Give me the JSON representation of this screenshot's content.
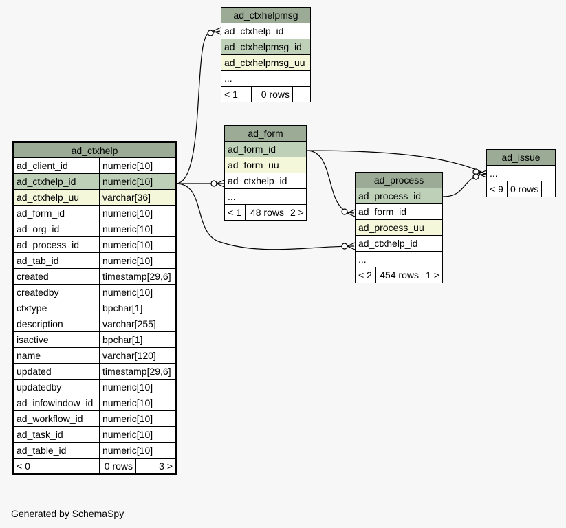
{
  "tables": {
    "ad_ctxhelp": {
      "name": "ad_ctxhelp",
      "columns": [
        {
          "name": "ad_client_id",
          "type": "numeric[10]"
        },
        {
          "name": "ad_ctxhelp_id",
          "type": "numeric[10]"
        },
        {
          "name": "ad_ctxhelp_uu",
          "type": "varchar[36]"
        },
        {
          "name": "ad_form_id",
          "type": "numeric[10]"
        },
        {
          "name": "ad_org_id",
          "type": "numeric[10]"
        },
        {
          "name": "ad_process_id",
          "type": "numeric[10]"
        },
        {
          "name": "ad_tab_id",
          "type": "numeric[10]"
        },
        {
          "name": "created",
          "type": "timestamp[29,6]"
        },
        {
          "name": "createdby",
          "type": "numeric[10]"
        },
        {
          "name": "ctxtype",
          "type": "bpchar[1]"
        },
        {
          "name": "description",
          "type": "varchar[255]"
        },
        {
          "name": "isactive",
          "type": "bpchar[1]"
        },
        {
          "name": "name",
          "type": "varchar[120]"
        },
        {
          "name": "updated",
          "type": "timestamp[29,6]"
        },
        {
          "name": "updatedby",
          "type": "numeric[10]"
        },
        {
          "name": "ad_infowindow_id",
          "type": "numeric[10]"
        },
        {
          "name": "ad_workflow_id",
          "type": "numeric[10]"
        },
        {
          "name": "ad_task_id",
          "type": "numeric[10]"
        },
        {
          "name": "ad_table_id",
          "type": "numeric[10]"
        }
      ],
      "footer": {
        "parents": "< 0",
        "rows": "0 rows",
        "children": "3 >"
      }
    },
    "ad_ctxhelpmsg": {
      "name": "ad_ctxhelpmsg",
      "columns": [
        "ad_ctxhelp_id",
        "ad_ctxhelpmsg_id",
        "ad_ctxhelpmsg_uu",
        "..."
      ],
      "footer": {
        "parents": "< 1",
        "rows": "0 rows",
        "children": ""
      }
    },
    "ad_form": {
      "name": "ad_form",
      "columns": [
        "ad_form_id",
        "ad_form_uu",
        "ad_ctxhelp_id",
        "..."
      ],
      "footer": {
        "parents": "< 1",
        "rows": "48 rows",
        "children": "2 >"
      }
    },
    "ad_process": {
      "name": "ad_process",
      "columns": [
        "ad_process_id",
        "ad_form_id",
        "ad_process_uu",
        "ad_ctxhelp_id",
        "..."
      ],
      "footer": {
        "parents": "< 2",
        "rows": "454 rows",
        "children": "1 >"
      }
    },
    "ad_issue": {
      "name": "ad_issue",
      "columns": [
        "..."
      ],
      "footer": {
        "parents": "< 9",
        "rows": "0 rows",
        "children": ""
      }
    }
  },
  "footer_text": "Generated by SchemaSpy",
  "colors": {
    "header": "#9bab96",
    "primary_key": "#bed1b8",
    "unique": "#f4f7da",
    "background": "#f7f7f7"
  }
}
